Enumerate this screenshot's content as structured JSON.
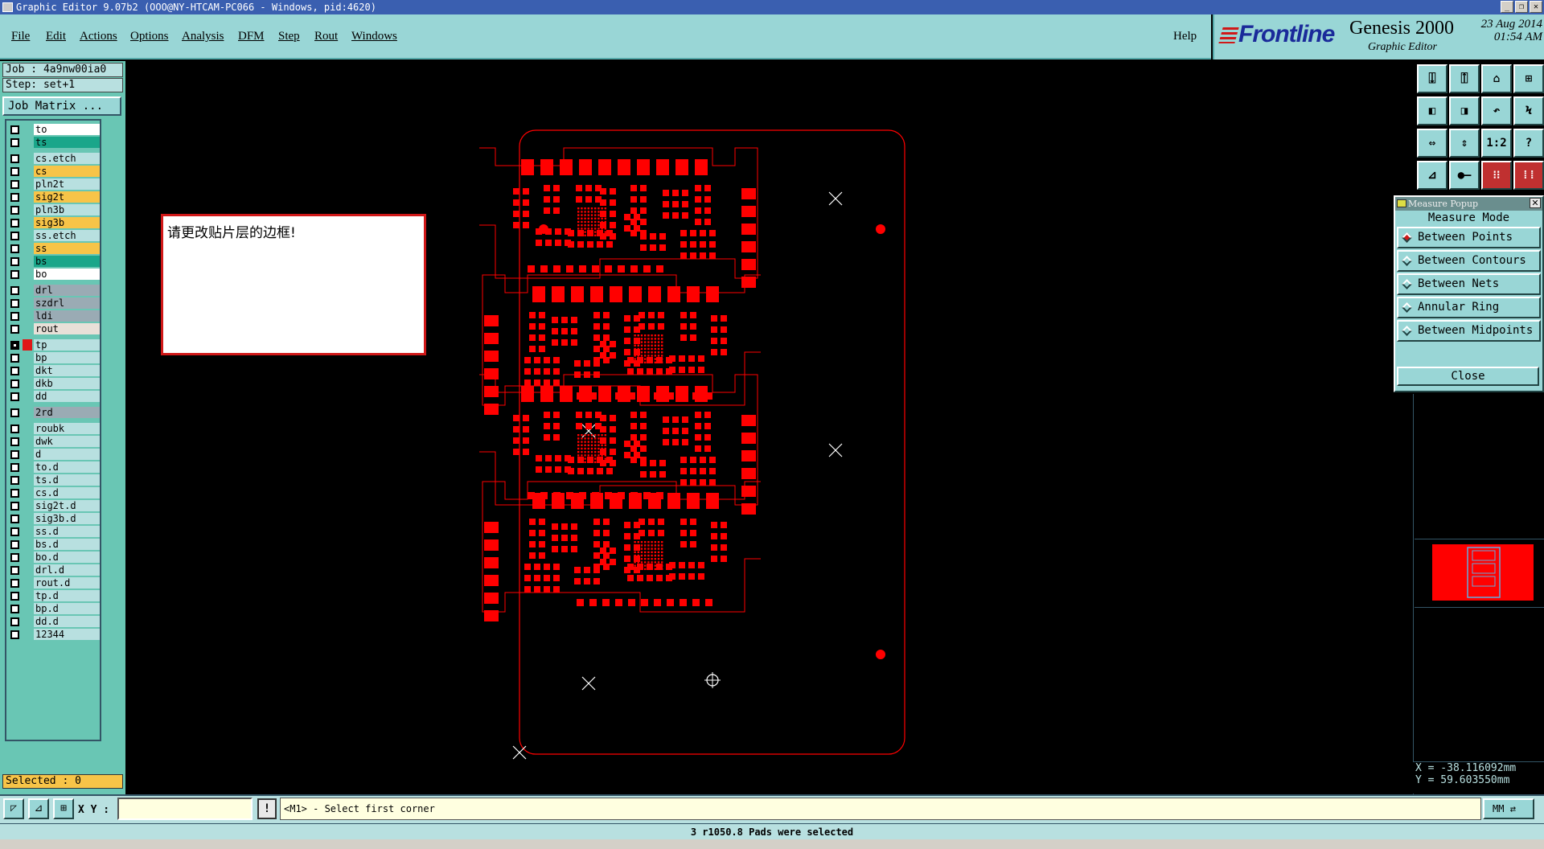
{
  "window": {
    "title": "Graphic Editor 9.07b2 (OOO@NY-HTCAM-PC066 - Windows, pid:4620)"
  },
  "menu": [
    "File",
    "Edit",
    "Actions",
    "Options",
    "Analysis",
    "DFM",
    "Step",
    "Rout",
    "Windows"
  ],
  "help": "Help",
  "brand": {
    "logo": "Frontline",
    "product": "Genesis 2000",
    "subtitle": "Graphic Editor",
    "date": "23 Aug 2014",
    "time": "01:54 AM"
  },
  "job": {
    "job": "Job : 4a9nw00ia0",
    "step": "Step: set+1",
    "matrix_btn": "Job Matrix ..."
  },
  "layers": [
    {
      "name": "to",
      "color": "#ffffff"
    },
    {
      "name": "ts",
      "color": "#1aa68a"
    },
    {
      "name": "cs.etch",
      "color": "#b8e0e0"
    },
    {
      "name": "cs",
      "color": "#f7c448"
    },
    {
      "name": "pln2t",
      "color": "#b8e0e0"
    },
    {
      "name": "sig2t",
      "color": "#f7c448"
    },
    {
      "name": "pln3b",
      "color": "#b8e0e0"
    },
    {
      "name": "sig3b",
      "color": "#f7c448"
    },
    {
      "name": "ss.etch",
      "color": "#b8e0e0"
    },
    {
      "name": "ss",
      "color": "#f7c448"
    },
    {
      "name": "bs",
      "color": "#1aa68a"
    },
    {
      "name": "bo",
      "color": "#ffffff"
    },
    {
      "name": "drl",
      "color": "#9aabb4"
    },
    {
      "name": "szdrl",
      "color": "#9aabb4"
    },
    {
      "name": "ldi",
      "color": "#9aabb4"
    },
    {
      "name": "rout",
      "color": "#e8e0d8"
    },
    {
      "name": "tp",
      "color": "#b8e0e0",
      "active": true
    },
    {
      "name": "bp",
      "color": "#b8e0e0"
    },
    {
      "name": "dkt",
      "color": "#b8e0e0"
    },
    {
      "name": "dkb",
      "color": "#b8e0e0"
    },
    {
      "name": "dd",
      "color": "#b8e0e0"
    },
    {
      "name": "2rd",
      "color": "#9aabb4"
    },
    {
      "name": "roubk",
      "color": "#b8e0e0"
    },
    {
      "name": "dwk",
      "color": "#b8e0e0"
    },
    {
      "name": "d",
      "color": "#b8e0e0"
    },
    {
      "name": "to.d",
      "color": "#b8e0e0"
    },
    {
      "name": "ts.d",
      "color": "#b8e0e0"
    },
    {
      "name": "cs.d",
      "color": "#b8e0e0"
    },
    {
      "name": "sig2t.d",
      "color": "#b8e0e0"
    },
    {
      "name": "sig3b.d",
      "color": "#b8e0e0"
    },
    {
      "name": "ss.d",
      "color": "#b8e0e0"
    },
    {
      "name": "bs.d",
      "color": "#b8e0e0"
    },
    {
      "name": "bo.d",
      "color": "#b8e0e0"
    },
    {
      "name": "drl.d",
      "color": "#b8e0e0"
    },
    {
      "name": "rout.d",
      "color": "#b8e0e0"
    },
    {
      "name": "tp.d",
      "color": "#b8e0e0"
    },
    {
      "name": "bp.d",
      "color": "#b8e0e0"
    },
    {
      "name": "dd.d",
      "color": "#b8e0e0"
    },
    {
      "name": "12344",
      "color": "#b8e0e0"
    }
  ],
  "selected": "Selected : 0",
  "message": "请更改贴片层的边框!",
  "tool_buttons": [
    {
      "icon": "open-icon",
      "glyph": "⍗"
    },
    {
      "icon": "save-icon",
      "glyph": "⍐"
    },
    {
      "icon": "home-icon",
      "glyph": "⌂"
    },
    {
      "icon": "grid-icon",
      "glyph": "⊞"
    },
    {
      "icon": "prev-icon",
      "glyph": "◧"
    },
    {
      "icon": "next-icon",
      "glyph": "◨"
    },
    {
      "icon": "undo-icon",
      "glyph": "↶"
    },
    {
      "icon": "snap-icon",
      "glyph": "Ϟ"
    },
    {
      "icon": "zoom-fit-icon",
      "glyph": "⇔"
    },
    {
      "icon": "zoom-h-icon",
      "glyph": "⇕"
    },
    {
      "icon": "scale-icon",
      "glyph": "1:2"
    },
    {
      "icon": "help-icon",
      "glyph": "?"
    },
    {
      "icon": "measure-icon",
      "glyph": "⊿"
    },
    {
      "icon": "pin-icon",
      "glyph": "●—"
    },
    {
      "icon": "net-icon",
      "glyph": "⁝⁝"
    },
    {
      "icon": "route-icon",
      "glyph": "⁞⁞"
    }
  ],
  "measure": {
    "title": "Measure Popup",
    "mode_label": "Measure Mode",
    "options": [
      "Between Points",
      "Between Contours",
      "Between Nets",
      "Annular Ring",
      "Between Midpoints"
    ],
    "selected_index": 0,
    "close": "Close"
  },
  "coords": {
    "x": "X = -38.116092mm",
    "y": "Y = 59.603550mm"
  },
  "bottom": {
    "xy_label": "X Y :",
    "xy_value": "",
    "prompt": "<M1> - Select first corner",
    "units": "MM",
    "warn": "!"
  },
  "status": "3 r1050.8 Pads were selected",
  "colors": {
    "accent": "#99d6d6",
    "panel": "#69c6b4",
    "pcb": "#ff0000"
  }
}
